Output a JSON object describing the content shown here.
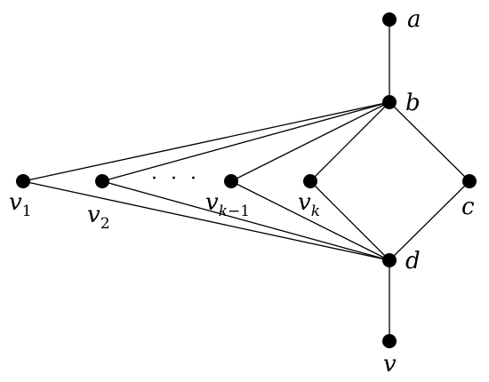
{
  "graph": {
    "nodes": {
      "a": {
        "label": "a"
      },
      "b": {
        "label": "b"
      },
      "c": {
        "label": "c"
      },
      "d": {
        "label": "d"
      },
      "v": {
        "label": "v"
      },
      "v1": {
        "base": "v",
        "sub": "1"
      },
      "v2": {
        "base": "v",
        "sub": "2"
      },
      "vk1": {
        "base": "v",
        "sub_italic": "k",
        "sub_rest": "−1"
      },
      "vk": {
        "base": "v",
        "sub_italic": "k"
      }
    },
    "ellipsis": "· · ·",
    "edges": [
      [
        "a",
        "b"
      ],
      [
        "b",
        "c"
      ],
      [
        "c",
        "d"
      ],
      [
        "d",
        "v"
      ],
      [
        "b",
        "v1"
      ],
      [
        "b",
        "v2"
      ],
      [
        "b",
        "vk1"
      ],
      [
        "b",
        "vk"
      ],
      [
        "d",
        "v1"
      ],
      [
        "d",
        "v2"
      ],
      [
        "d",
        "vk1"
      ],
      [
        "d",
        "vk"
      ]
    ]
  }
}
